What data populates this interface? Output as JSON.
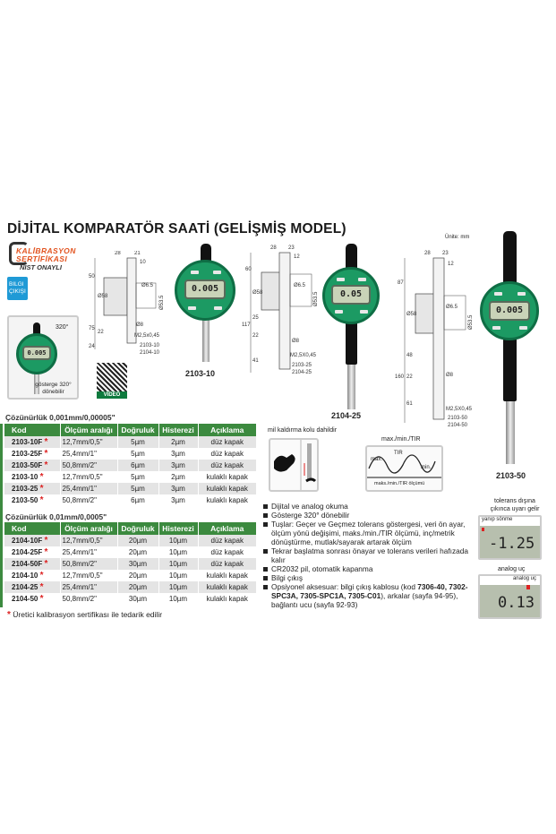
{
  "title": "DİJİTAL KOMPARATÖR SAATİ (GELİŞMİŞ MODEL)",
  "logo": {
    "line1": "KALİBRASYON",
    "line2": "SERTİFİKASI",
    "line3": "NIST ONAYLI"
  },
  "badge": {
    "line1": "BILGI",
    "line2": "ÇIKIŞI"
  },
  "rotation": {
    "degree": "320°",
    "caption": "gösterge 320° dönebilir",
    "display": "0.005"
  },
  "unit": "Ünite: mm",
  "qr": {
    "label": "VIDEO"
  },
  "diagrams": [
    {
      "top": [
        "28",
        "21",
        "10"
      ],
      "left": [
        "50",
        "Ø58",
        "75",
        "22",
        "24"
      ],
      "right": [
        "Ø6.5",
        "Ø53.5",
        "Ø8",
        "M2,5x0,45"
      ],
      "models": [
        "2103-10",
        "2104-10"
      ]
    },
    {
      "top": [
        "28",
        "23",
        "12"
      ],
      "left": [
        "60",
        "Ø58",
        "117",
        "25",
        "22",
        "41"
      ],
      "right": [
        "Ø6.5",
        "Ø53.5",
        "Ø8",
        "M2,5X0,45"
      ],
      "models": [
        "2103-25",
        "2104-25"
      ]
    },
    {
      "top": [
        "28",
        "23",
        "12"
      ],
      "left": [
        "87",
        "Ø58",
        "160",
        "48",
        "22",
        "61"
      ],
      "right": [
        "Ø6.5",
        "Ø53.5",
        "Ø8",
        "M2,5X0,45"
      ],
      "models": [
        "2103-50",
        "2104-50"
      ]
    }
  ],
  "gauges": [
    {
      "label": "2103-10",
      "display": "0.005"
    },
    {
      "label": "2104-25",
      "display": "0.05"
    },
    {
      "label": "2103-50",
      "display": "0.005"
    }
  ],
  "table1": {
    "heading": "Çözünürlük 0,001mm/0,00005\"",
    "headers": [
      "Kod",
      "Ölçüm aralığı",
      "Doğruluk",
      "Histerezi",
      "Açıklama"
    ],
    "rows": [
      [
        "2103-10F",
        "12,7mm/0,5\"",
        "5µm",
        "2µm",
        "düz kapak"
      ],
      [
        "2103-25F",
        "25,4mm/1\"",
        "5µm",
        "3µm",
        "düz kapak"
      ],
      [
        "2103-50F",
        "50,8mm/2\"",
        "6µm",
        "3µm",
        "düz kapak"
      ],
      [
        "2103-10",
        "12,7mm/0,5\"",
        "5µm",
        "2µm",
        "kulaklı kapak"
      ],
      [
        "2103-25",
        "25,4mm/1\"",
        "5µm",
        "3µm",
        "kulaklı kapak"
      ],
      [
        "2103-50",
        "50,8mm/2\"",
        "6µm",
        "3µm",
        "kulaklı kapak"
      ]
    ]
  },
  "table2": {
    "heading": "Çözünürlük 0,01mm/0,0005\"",
    "headers": [
      "Kod",
      "Ölçüm aralığı",
      "Doğruluk",
      "Histerezi",
      "Açıklama"
    ],
    "rows": [
      [
        "2104-10F",
        "12,7mm/0,5\"",
        "20µm",
        "10µm",
        "düz kapak"
      ],
      [
        "2104-25F",
        "25,4mm/1\"",
        "20µm",
        "10µm",
        "düz kapak"
      ],
      [
        "2104-50F",
        "50,8mm/2\"",
        "30µm",
        "10µm",
        "düz kapak"
      ],
      [
        "2104-10",
        "12,7mm/0,5\"",
        "20µm",
        "10µm",
        "kulaklı kapak"
      ],
      [
        "2104-25",
        "25,4mm/1\"",
        "20µm",
        "10µm",
        "kulaklı kapak"
      ],
      [
        "2104-50",
        "50,8mm/2\"",
        "30µm",
        "10µm",
        "kulaklı kapak"
      ]
    ]
  },
  "star": "*",
  "footnote": "Üretici kalibrasyon sertifikası ile tedarik edilir",
  "lever": {
    "caption": "mil kaldırma kolu dahildir"
  },
  "tir": {
    "title": "max./min./TIR",
    "max": "max.",
    "min": "min.",
    "tir": "TIR",
    "caption": "maks./min./TIR ölçümü"
  },
  "features": [
    "Dijital ve analog okuma",
    "Gösterge 320° dönebilir",
    "Tuşlar: Geçer ve Geçmez tolerans göstergesi, veri ön ayar, ölçüm yönü değişimi, maks./min./TIR ölçümü, inç/metrik dönüştürme, mutlak/sayarak artarak ölçüm",
    "Tekrar başlatma sonrası önayar ve tolerans verileri hafızada kalır",
    "CR2032 pil, otomatik kapanma",
    "Bilgi çıkış"
  ],
  "accessory": {
    "prefix": "Opsiyonel aksesuar: bilgi çıkış kablosu (kod ",
    "codes": "7306-40, 7302-SPC3A, 7305-SPC1A, 7305-C01",
    "suffix": "), arkalar (sayfa 94-95), bağlantı ucu (sayfa 92-93)"
  },
  "tolerance": {
    "caption1": "tolerans dışına",
    "caption2": "çıkınca uyarı gelir",
    "blink": "yanıp sönme",
    "display": "-1.25"
  },
  "analog": {
    "caption": "analog uç",
    "pointer": "analog uç",
    "display": "0.13"
  },
  "colors": {
    "green": "#3c8a3f",
    "dial": "#1c9a63",
    "accent": "#e2531f",
    "blue": "#1f9ad6"
  }
}
